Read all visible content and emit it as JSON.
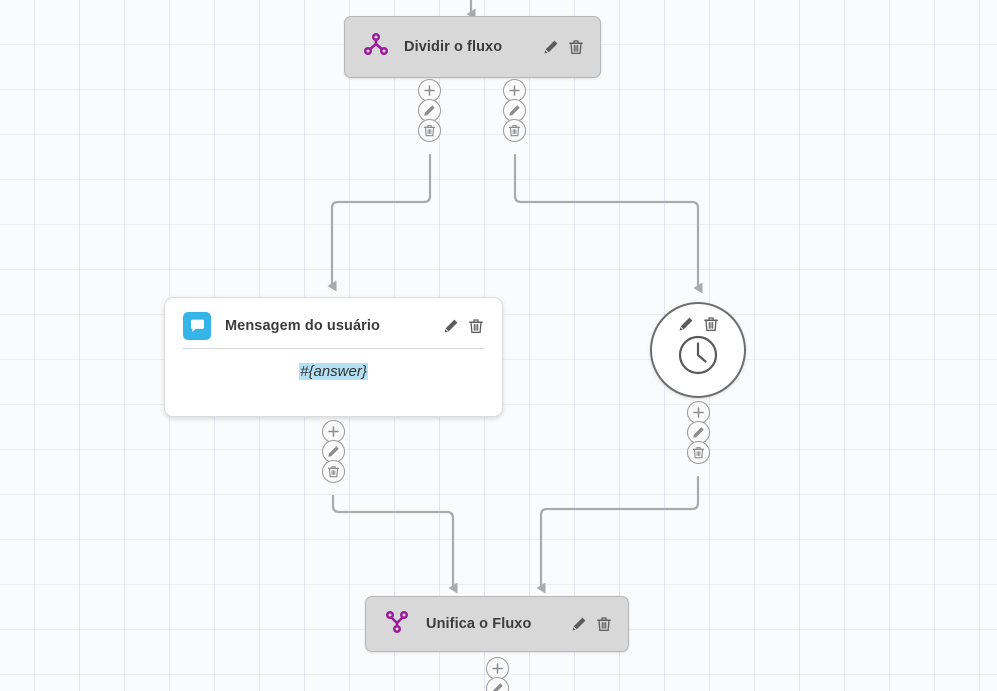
{
  "canvas": {
    "background_color": "#fafbfc",
    "grid_color": "#dfe3ef",
    "grid_size": 45
  },
  "palette": {
    "node_gray_fill": "#d8d8d8",
    "node_gray_border": "#b6b6b6",
    "node_white_fill": "#ffffff",
    "purple_accent": "#9b1a9b",
    "blue_accent": "#35b4e8",
    "variable_highlight": "#b3e0f2",
    "edge_color": "#aaaaaa",
    "handle_border": "#9a9a9a",
    "title_color": "#3c3c3c"
  },
  "nodes": [
    {
      "id": "split",
      "type": "split-flow",
      "title": "Dividir o fluxo",
      "icon": "split-flow-icon",
      "actions": [
        "edit-icon",
        "delete-icon"
      ]
    },
    {
      "id": "user-message",
      "type": "user-message",
      "title": "Mensagem do usuário",
      "icon": "speech-bubble-icon",
      "actions": [
        "edit-icon",
        "delete-icon"
      ],
      "body_variable": "#{answer}"
    },
    {
      "id": "timer",
      "type": "timer",
      "title": "",
      "icon": "clock-icon",
      "actions": [
        "edit-icon",
        "delete-icon"
      ]
    },
    {
      "id": "merge",
      "type": "merge-flow",
      "title": "Unifica o Fluxo",
      "icon": "merge-flow-icon",
      "actions": [
        "edit-icon",
        "delete-icon"
      ]
    }
  ],
  "handles": {
    "button_labels": [
      "add-icon",
      "edit-icon",
      "delete-icon"
    ],
    "stacks": [
      {
        "id": "split-out-left",
        "owner": "split",
        "buttons": [
          "add-icon",
          "edit-icon",
          "delete-icon"
        ]
      },
      {
        "id": "split-out-right",
        "owner": "split",
        "buttons": [
          "add-icon",
          "edit-icon",
          "delete-icon"
        ]
      },
      {
        "id": "user-message-out",
        "owner": "user-message",
        "buttons": [
          "add-icon",
          "edit-icon",
          "delete-icon"
        ]
      },
      {
        "id": "timer-out",
        "owner": "timer",
        "buttons": [
          "add-icon",
          "edit-icon",
          "delete-icon"
        ]
      },
      {
        "id": "merge-out",
        "owner": "merge",
        "buttons": [
          "add-icon",
          "edit-icon"
        ]
      }
    ]
  },
  "edges": [
    {
      "from": "incoming",
      "to": "split"
    },
    {
      "from": "split-out-left",
      "to": "user-message"
    },
    {
      "from": "split-out-right",
      "to": "timer"
    },
    {
      "from": "user-message-out",
      "to": "merge"
    },
    {
      "from": "timer-out",
      "to": "merge"
    }
  ]
}
